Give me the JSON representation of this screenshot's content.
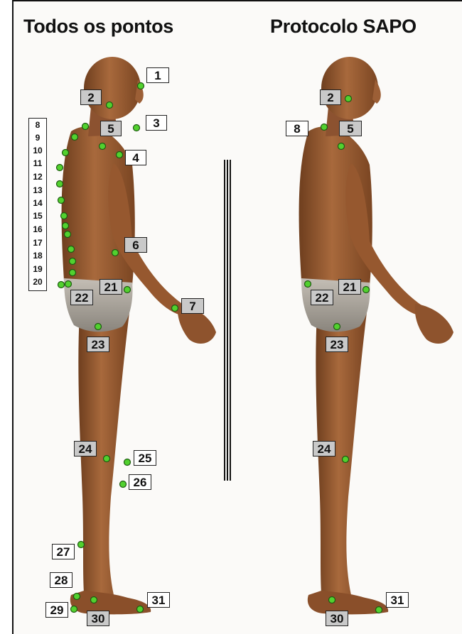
{
  "titles": {
    "left": "Todos os pontos",
    "right": "Protocolo SAPO"
  },
  "colors": {
    "skin": "#a8693c",
    "skin_dark": "#6e3e1e",
    "marker": "#52d12f",
    "underwear": "#a9a39a"
  },
  "left_labels": [
    "1",
    "2",
    "3",
    "4",
    "5",
    "6",
    "7",
    "21",
    "22",
    "23",
    "24",
    "25",
    "26",
    "27",
    "28",
    "29",
    "30",
    "31"
  ],
  "spine_labels": [
    "8",
    "9",
    "10",
    "11",
    "12",
    "13",
    "14",
    "15",
    "16",
    "17",
    "18",
    "19",
    "20"
  ],
  "right_labels": [
    "2",
    "5",
    "8",
    "21",
    "22",
    "23",
    "24",
    "30",
    "31"
  ]
}
